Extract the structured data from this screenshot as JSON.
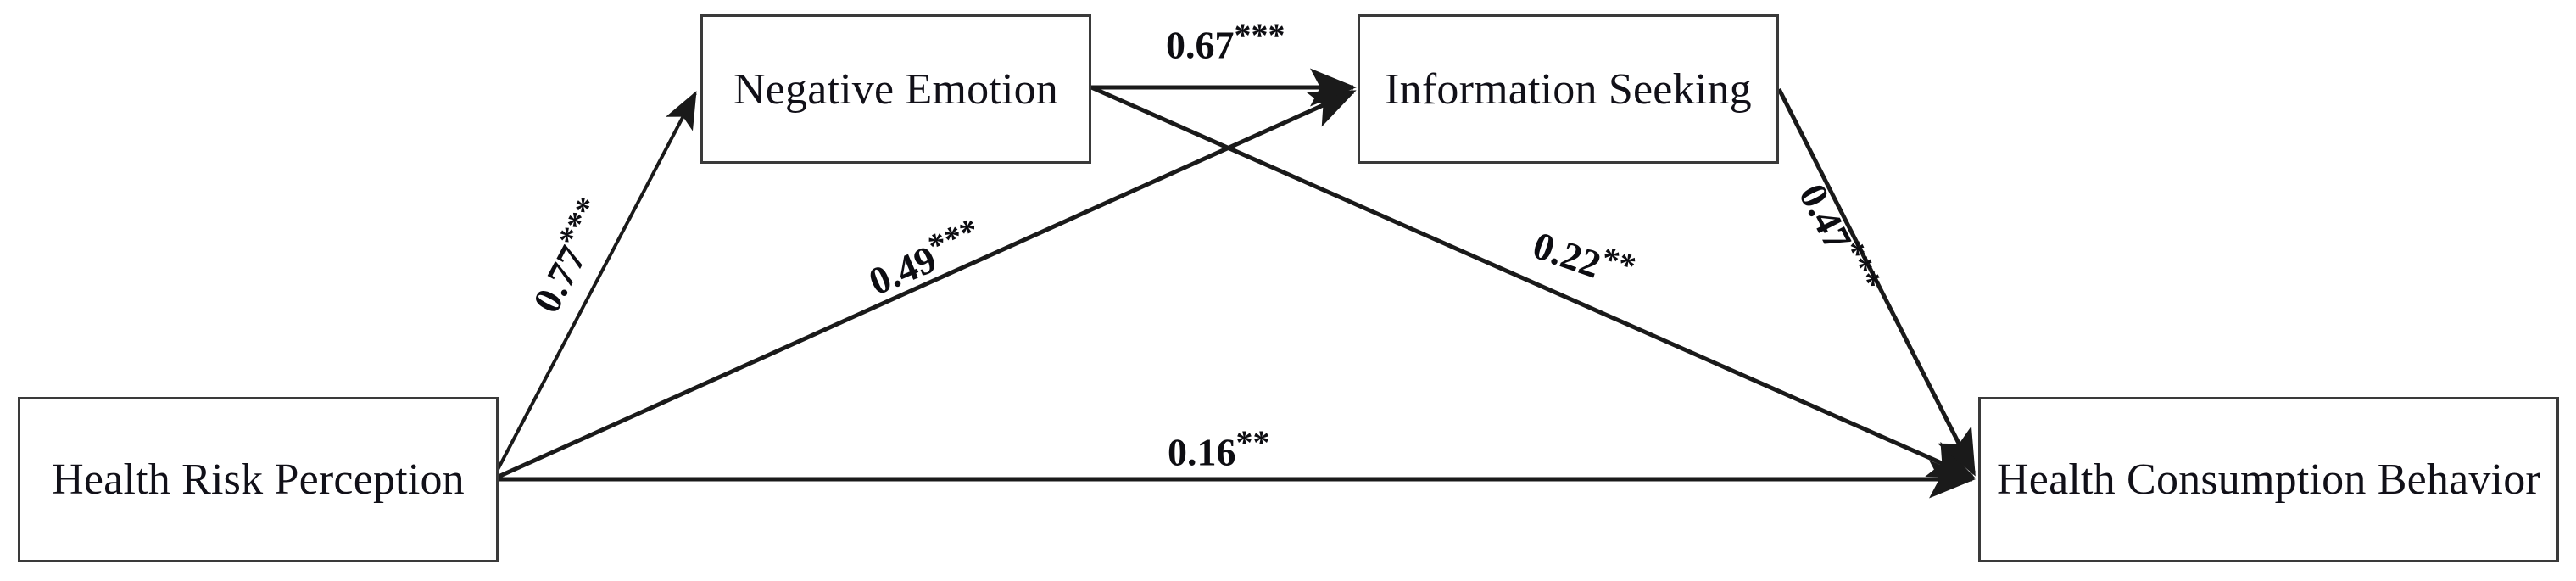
{
  "diagram": {
    "type": "path-model",
    "title": "",
    "background_color": "#ffffff",
    "line_color": "#1a1a1a",
    "box_border_color": "#3a3a3a",
    "text_color": "#111018",
    "nodes": [
      {
        "id": "health_risk_perception",
        "label": "Health Risk Perception"
      },
      {
        "id": "negative_emotion",
        "label": "Negative Emotion"
      },
      {
        "id": "information_seeking",
        "label": "Information Seeking"
      },
      {
        "id": "health_consumption",
        "label": "Health Consumption Behavior"
      }
    ],
    "edges": [
      {
        "id": "hrp_to_ne",
        "from": "health_risk_perception",
        "to": "negative_emotion",
        "coefficient": "0.77",
        "stars": "***",
        "label": "0.77***"
      },
      {
        "id": "hrp_to_is",
        "from": "health_risk_perception",
        "to": "information_seeking",
        "coefficient": "0.49",
        "stars": "***",
        "label": "0.49***"
      },
      {
        "id": "hrp_to_hcb",
        "from": "health_risk_perception",
        "to": "health_consumption",
        "coefficient": "0.16",
        "stars": "**",
        "label": "0.16**"
      },
      {
        "id": "ne_to_is",
        "from": "negative_emotion",
        "to": "information_seeking",
        "coefficient": "0.67",
        "stars": "***",
        "label": "0.67***"
      },
      {
        "id": "ne_to_hcb",
        "from": "negative_emotion",
        "to": "health_consumption",
        "coefficient": "0.22",
        "stars": "**",
        "label": "0.22**"
      },
      {
        "id": "is_to_hcb",
        "from": "information_seeking",
        "to": "health_consumption",
        "coefficient": "0.47",
        "stars": "***",
        "label": "0.47***"
      }
    ]
  }
}
